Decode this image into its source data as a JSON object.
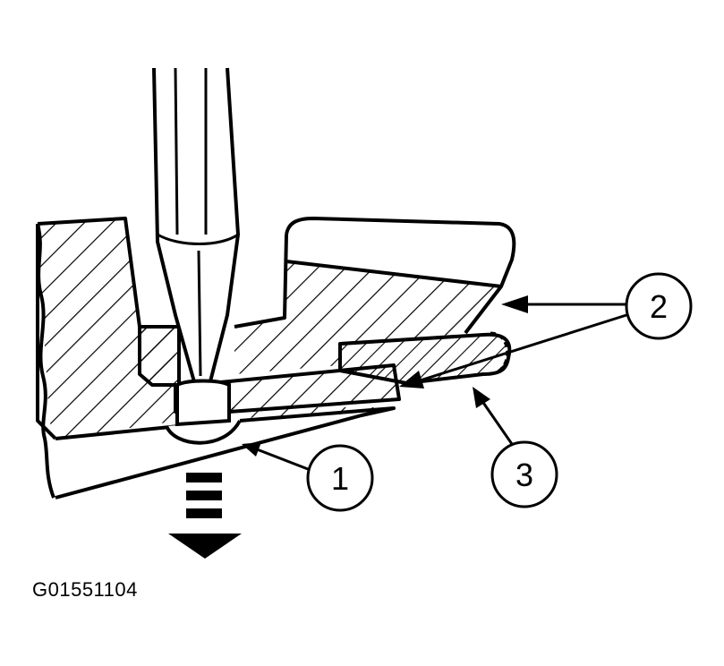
{
  "figure": {
    "code": "G01551104",
    "line_color": "#000000",
    "background_color": "#ffffff"
  },
  "callouts": [
    {
      "label": "1"
    },
    {
      "label": "2"
    },
    {
      "label": "3"
    }
  ],
  "indicators": {
    "direction_arrow": "down-arrow-icon"
  }
}
